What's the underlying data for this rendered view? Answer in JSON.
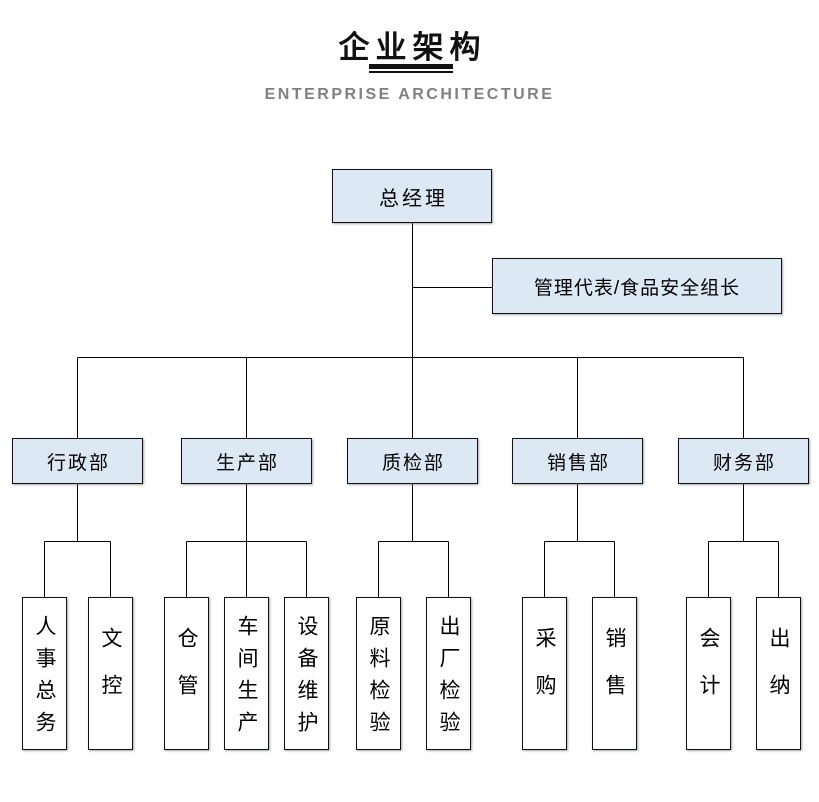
{
  "header": {
    "title": "企业架构",
    "subtitle": "ENTERPRISE ARCHITECTURE"
  },
  "colors": {
    "box_fill": "#dce9f5",
    "box_border": "#111111",
    "line": "#000000",
    "subtitle_text": "#808080",
    "title_text": "#111111"
  },
  "org": {
    "root": {
      "label": "总经理"
    },
    "staff": {
      "label": "管理代表/食品安全组长"
    },
    "departments": [
      {
        "label": "行政部",
        "children": [
          "人事总务",
          "文控"
        ]
      },
      {
        "label": "生产部",
        "children": [
          "仓管",
          "车间生产",
          "设备维护"
        ]
      },
      {
        "label": "质检部",
        "children": [
          "原料检验",
          "出厂检验"
        ]
      },
      {
        "label": "销售部",
        "children": [
          "采购",
          "销售"
        ]
      },
      {
        "label": "财务部",
        "children": [
          "会计",
          "出纳"
        ]
      }
    ]
  }
}
